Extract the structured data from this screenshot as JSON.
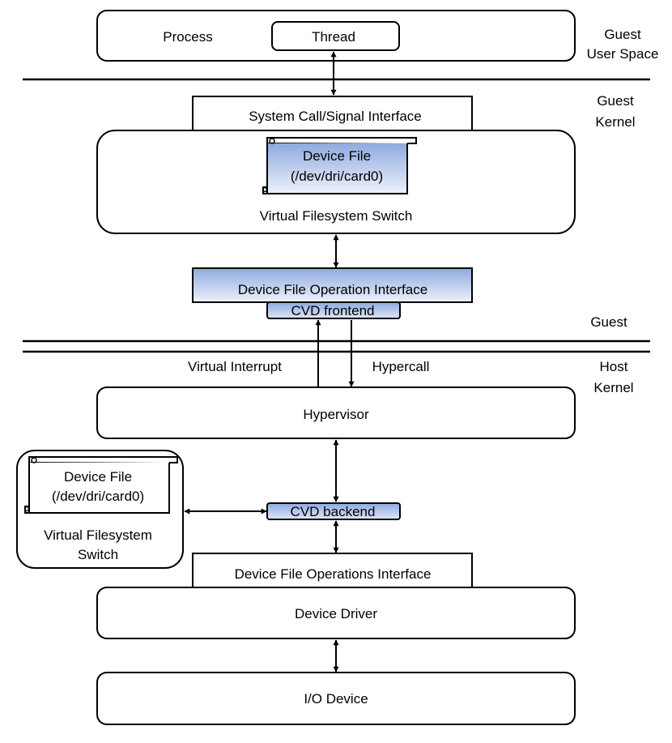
{
  "labels": {
    "process": "Process",
    "thread": "Thread",
    "guest_user_space_l1": "Guest",
    "guest_user_space_l2": "User Space",
    "guest_kernel_l1": "Guest",
    "guest_kernel_l2": "Kernel",
    "syscall_interface": "System Call/Signal Interface",
    "guest_device_file_l1": "Device File",
    "guest_device_file_l2": "(/dev/dri/card0)",
    "guest_vfs": "Virtual Filesystem Switch",
    "device_file_op_interface": "Device File Operation Interface",
    "cvd_frontend": "CVD frontend",
    "guest": "Guest",
    "host_kernel_l1": "Host",
    "host_kernel_l2": "Kernel",
    "virtual_interrupt": "Virtual Interrupt",
    "hypercall": "Hypercall",
    "hypervisor": "Hypervisor",
    "host_device_file_l1": "Device File",
    "host_device_file_l2": "(/dev/dri/card0)",
    "host_vfs_l1": "Virtual Filesystem",
    "host_vfs_l2": "Switch",
    "cvd_backend": "CVD backend",
    "device_file_ops_interface": "Device File Operations Interface",
    "device_driver": "Device Driver",
    "io_device": "I/O Device"
  },
  "colors": {
    "highlight_top": "#8ea9de",
    "highlight_bottom": "#eef2fb",
    "stroke": "#000000"
  }
}
